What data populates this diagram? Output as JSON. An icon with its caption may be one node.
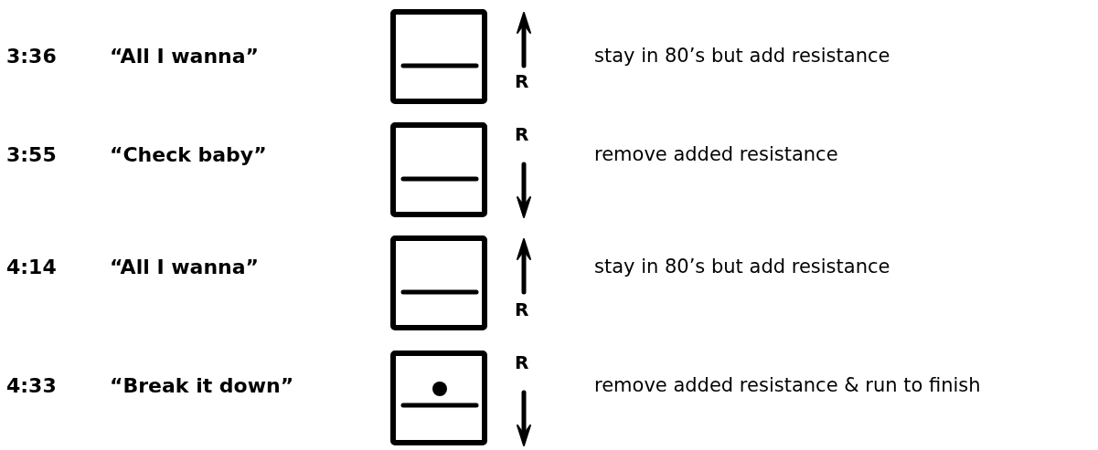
{
  "diagram": {
    "labels": [
      "3:36",
      "“All I wanna”",
      "R",
      "stay in 80’s but add resistance",
      "3:55",
      "“Check baby”",
      "R",
      "remove added resistance",
      "4:14",
      "“All I wanna”",
      "R",
      "stay in 80’s but add resistance",
      "4:33",
      "“Break it down”",
      "R",
      "remove added resistance & run to finish"
    ]
  }
}
